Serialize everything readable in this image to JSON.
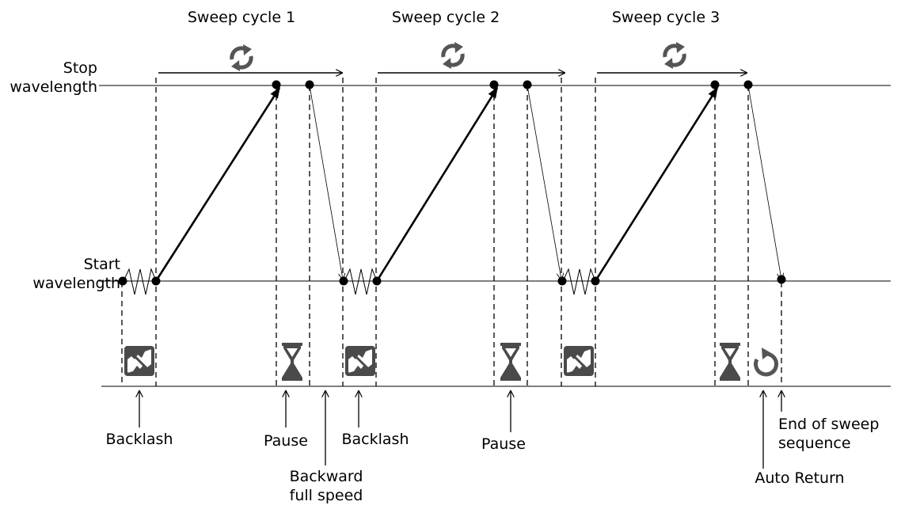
{
  "levels": {
    "stop_line1": "Stop",
    "stop_line2": "wavelength",
    "start_line1": "Start",
    "start_line2": "wavelength"
  },
  "cycles": [
    {
      "label": "Sweep cycle 1",
      "icon": "sweep-cycle-icon"
    },
    {
      "label": "Sweep cycle 2",
      "icon": "sweep-cycle-icon"
    },
    {
      "label": "Sweep cycle 3",
      "icon": "sweep-cycle-icon"
    }
  ],
  "annotations": {
    "backlash_1": "Backlash",
    "pause_1": "Pause",
    "backlash_2": "Backlash",
    "backward_line1": "Backward",
    "backward_line2": "full speed",
    "pause_2": "Pause",
    "auto_return": "Auto Return",
    "end_line1": "End of sweep",
    "end_line2": "sequence"
  },
  "icons": [
    "backlash-icon",
    "hourglass-icon",
    "auto-return-icon"
  ],
  "colors": {
    "line": "#000000",
    "icon": "#4a4a4a"
  }
}
